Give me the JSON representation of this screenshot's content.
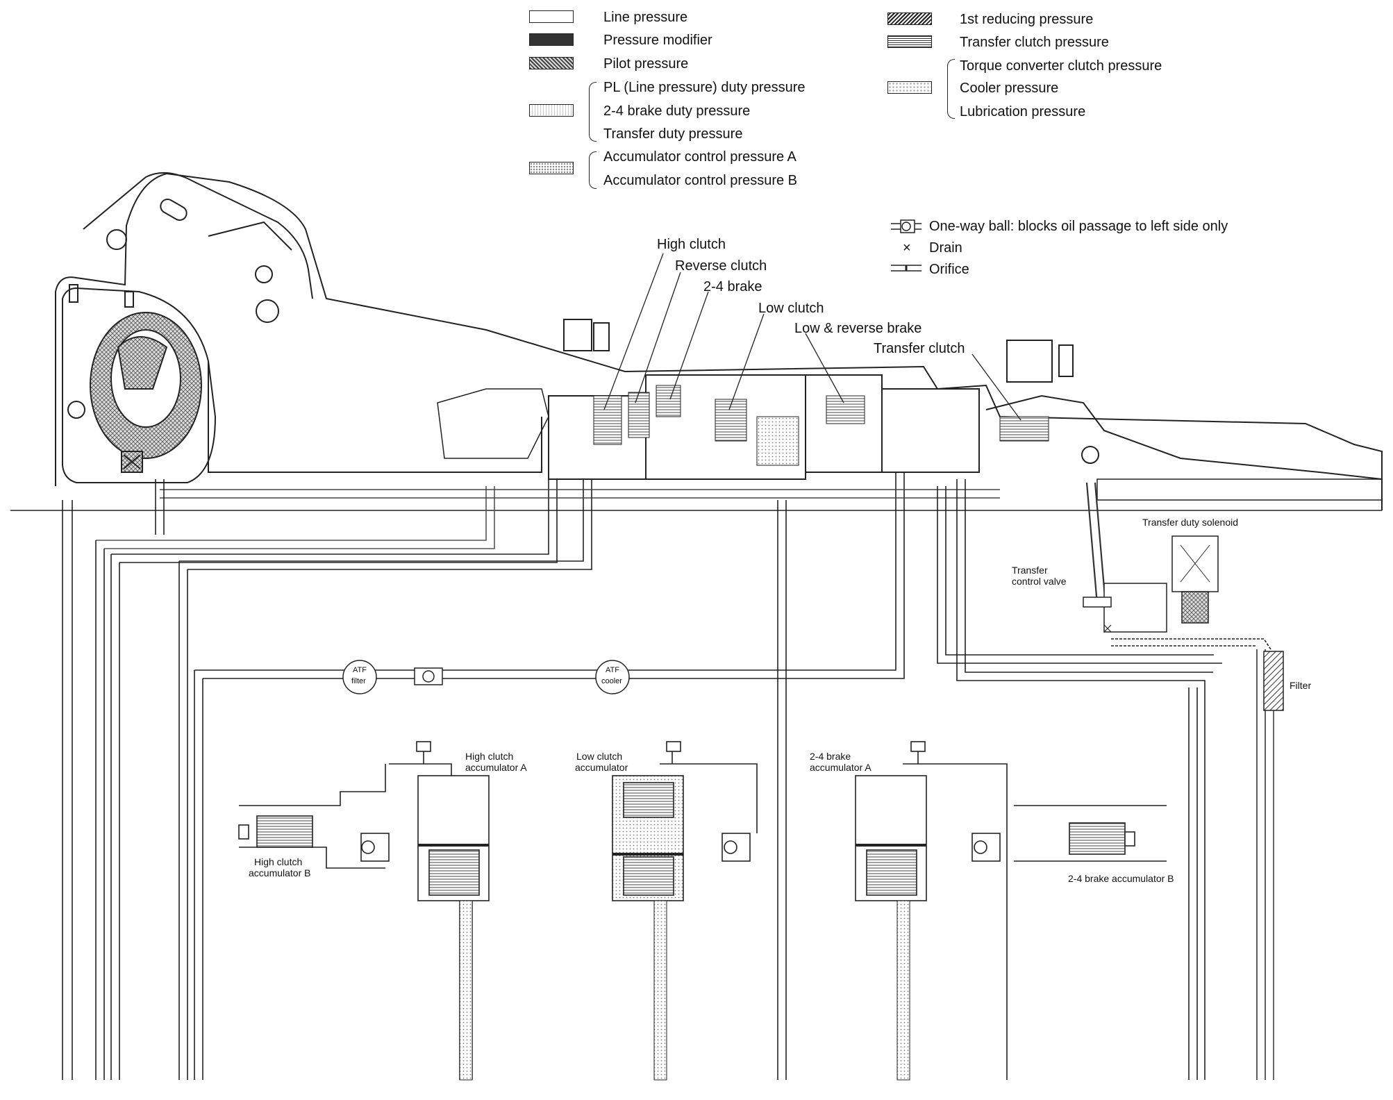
{
  "legend": {
    "line_pressure": "Line pressure",
    "pressure_modifier": "Pressure modifier",
    "pilot_pressure": "Pilot pressure",
    "pl_duty": "PL (Line pressure) duty pressure",
    "brake24_duty": "2-4 brake duty pressure",
    "transfer_duty": "Transfer duty pressure",
    "acc_ctrl_a": "Accumulator control pressure A",
    "acc_ctrl_b": "Accumulator control pressure B",
    "first_reducing": "1st reducing pressure",
    "transfer_clutch_pressure": "Transfer clutch pressure",
    "tcc_pressure": "Torque converter clutch pressure",
    "cooler_pressure": "Cooler pressure",
    "lubrication_pressure": "Lubrication pressure"
  },
  "symbols": {
    "one_way_ball": "One-way ball: blocks oil passage to left side only",
    "drain_mark": "×",
    "drain": "Drain",
    "orifice": "Orifice"
  },
  "labels": {
    "high_clutch": "High clutch",
    "reverse_clutch": "Reverse clutch",
    "brake_24": "2-4 brake",
    "low_clutch": "Low clutch",
    "low_reverse_brake": "Low & reverse brake",
    "transfer_clutch": "Transfer clutch",
    "transfer_duty_solenoid": "Transfer duty solenoid",
    "transfer_control_valve_1": "Transfer",
    "transfer_control_valve_2": "control valve",
    "filter": "Filter",
    "atf_filter_1": "ATF",
    "atf_filter_2": "filter",
    "atf_cooler_1": "ATF",
    "atf_cooler_2": "cooler",
    "hc_acc_a_1": "High clutch",
    "hc_acc_a_2": "accumulator A",
    "low_acc_1": "Low clutch",
    "low_acc_2": "accumulator",
    "b24_acc_a_1": "2-4 brake",
    "b24_acc_a_2": "accumulator A",
    "hc_acc_b_1": "High clutch",
    "hc_acc_b_2": "accumulator B",
    "b24_acc_b": "2-4 brake accumulator B"
  },
  "colors": {
    "ink": "#222222",
    "paper": "#ffffff",
    "shade": "#bdbdbd",
    "dark": "#555555"
  }
}
